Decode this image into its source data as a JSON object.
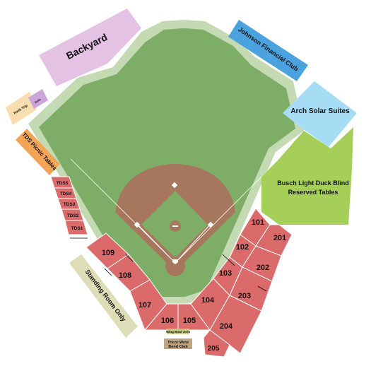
{
  "colors": {
    "field_outer": "#c3dab3",
    "field_inner": "#7dad67",
    "dirt": "#a6775c",
    "seats": "#db6b6b",
    "seat_stroke": "#ffffff",
    "backyard": "#e4c2e4",
    "johnson_club": "#4aa3df",
    "arch_suites": "#a7dcf5",
    "busch": "#a6cf59",
    "picnic": "#f4a455",
    "standing": "#ddddb7",
    "small_tan": "#f8deae",
    "small_purple": "#cba6d8",
    "tricor": "#c0a584",
    "cheese": "#c9c98a"
  },
  "areas": {
    "backyard": "Backyard",
    "johnson": "Johnson Financial Club",
    "arch": "Arch Solar Suites",
    "busch_line1": "Busch Light Duck Blind",
    "busch_line2": "Reserved Tables",
    "picnic": "TDS Picnic Tables",
    "standing": "Standing Room Only",
    "tricor_line1": "Tricor West",
    "tricor_line2": "Bend Club",
    "tiny_left": "Kwik Trip",
    "tiny_purple": "Suite",
    "tiny_bottom": "Wing Bowl Area"
  },
  "sections": {
    "s101": "101",
    "s102": "102",
    "s103": "103",
    "s104": "104",
    "s105": "105",
    "s106": "106",
    "s107": "107",
    "s108": "108",
    "s109": "109",
    "s201": "201",
    "s202": "202",
    "s203": "203",
    "s204": "204",
    "s205": "205",
    "tds1": "TDS1",
    "tds2": "TDS2",
    "tds3": "TDS3",
    "tds4": "TDS4",
    "tds5": "TDS5"
  }
}
